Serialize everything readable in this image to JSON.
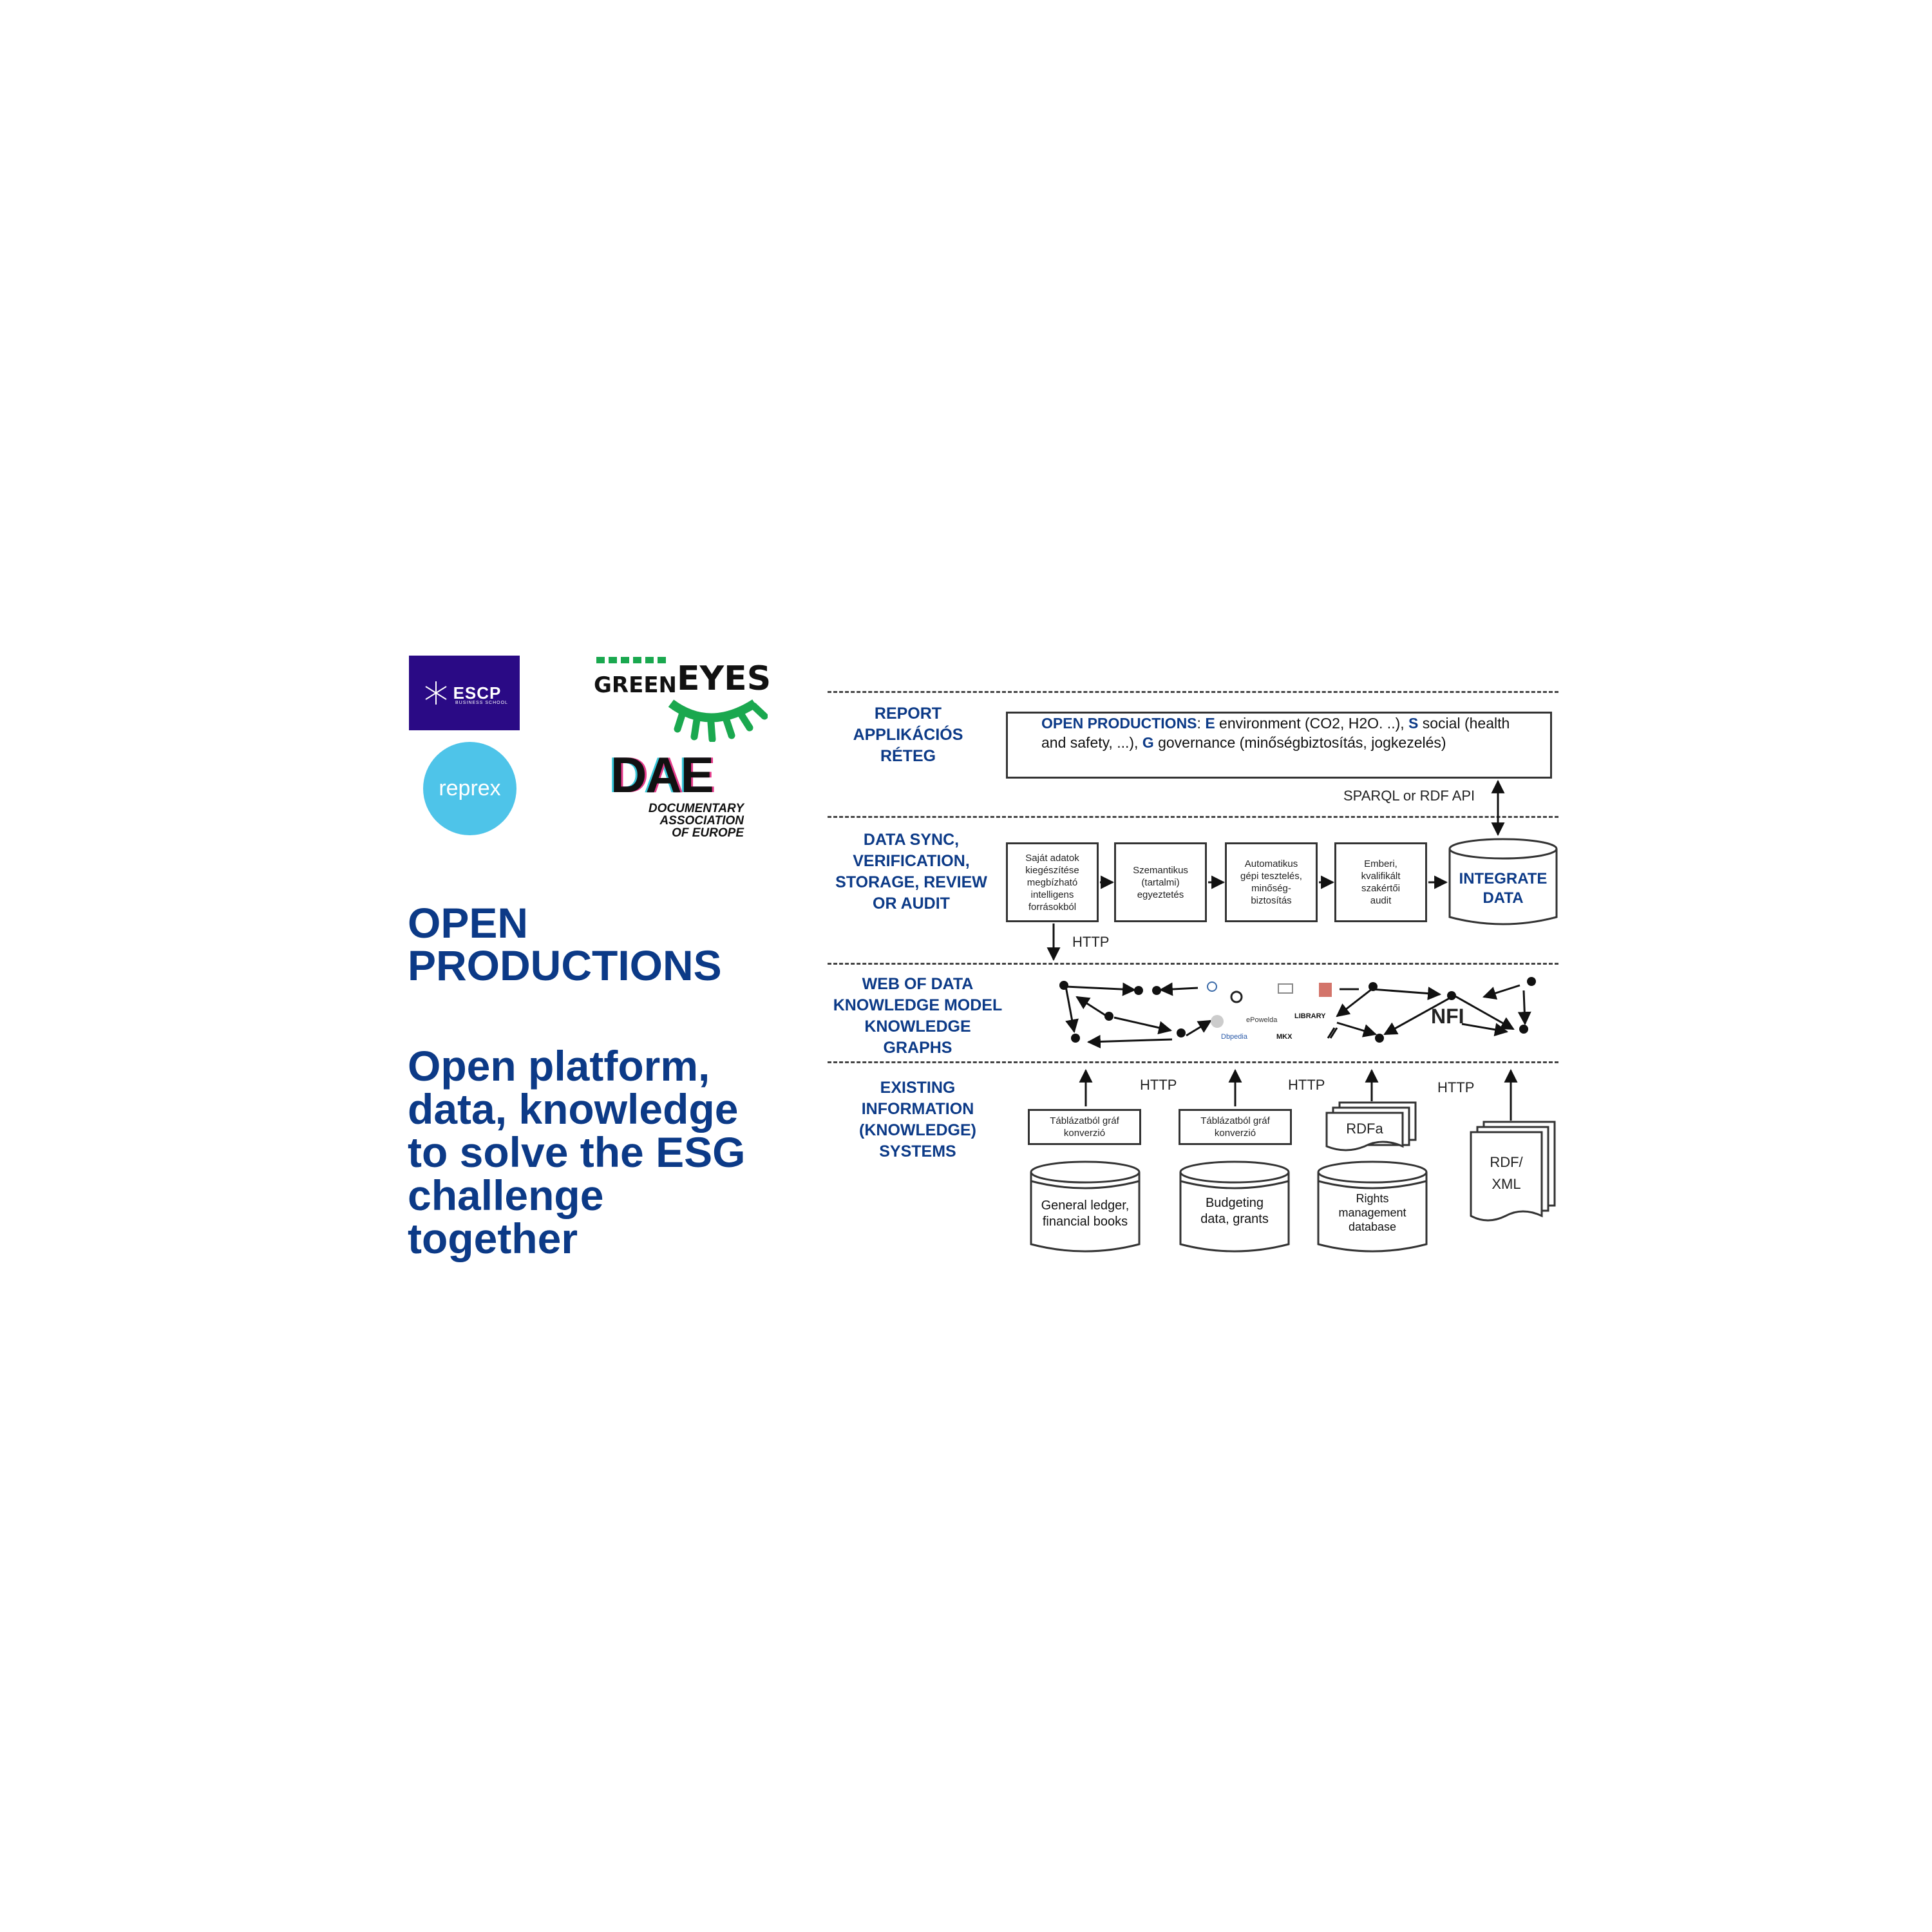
{
  "logos": {
    "escp_name": "ESCP",
    "escp_sub": "BUSINESS SCHOOL",
    "reprex": "reprex",
    "greeneyes_green": "GREEN",
    "greeneyes_eyes": "EYES",
    "dae": "DAE",
    "dae_sub": [
      "DOCUMENTARY",
      "ASSOCIATION",
      "OF EUROPE"
    ]
  },
  "title": [
    "OPEN",
    "PRODUCTIONS"
  ],
  "subtitle": [
    "Open platform,",
    "data, knowledge",
    "to solve the ESG",
    "challenge",
    "together"
  ],
  "layers": {
    "report": [
      "REPORT",
      "APPLIKÁCIÓS",
      "RÉTEG"
    ],
    "sync": [
      "DATA SYNC,",
      "VERIFICATION,",
      "STORAGE, REVIEW",
      "OR AUDIT"
    ],
    "web": [
      "WEB OF DATA",
      "KNOWLEDGE MODEL",
      "KNOWLEDGE",
      "GRAPHS"
    ],
    "existing": [
      "EXISTING",
      "INFORMATION",
      "(KNOWLEDGE)",
      "SYSTEMS"
    ]
  },
  "report_box": {
    "prefix": "OPEN PRODUCTIONS",
    "colon": ": ",
    "e": "E",
    "e_text": " environment (CO2, H2O. ..), ",
    "s": "S",
    "s_text": " social (health",
    "line2_text": "and safety, ...), ",
    "g": "G",
    "g_text": " governance (minőségbiztosítás, jogkezelés)"
  },
  "api_label": "SPARQL  or  RDF API",
  "process_boxes": [
    [
      "Saját adatok",
      "kiegészítése",
      "megbízható",
      "intelligens",
      "forrásokból"
    ],
    [
      "Szemantikus",
      "(tartalmi)",
      "egyeztetés"
    ],
    [
      "Automatikus",
      "gépi tesztelés,",
      "minőség-",
      "biztosítás"
    ],
    [
      "Emberi,",
      "kvalifikált",
      "szakértői",
      "audit"
    ]
  ],
  "integrate": [
    "INTEGRATE",
    "DATA"
  ],
  "http": "HTTP",
  "conversion_box": [
    "Táblázatból gráf",
    "konverzió"
  ],
  "rdfa": "RDFa",
  "rdfxml": [
    "RDF/",
    "XML"
  ],
  "databases": [
    [
      "General ledger,",
      "financial books"
    ],
    [
      "Budgeting",
      "data, grants"
    ],
    [
      "Rights",
      "management",
      "database"
    ]
  ],
  "kg_labels": [
    "ePowelda",
    "LIBRARY",
    "MKX",
    "NFI",
    "Dbpedia"
  ],
  "colors": {
    "brand_blue": "#0c3a87",
    "escp_purple": "#2a0a85",
    "reprex_blue": "#4ec4e9",
    "green": "#1aa84f"
  }
}
